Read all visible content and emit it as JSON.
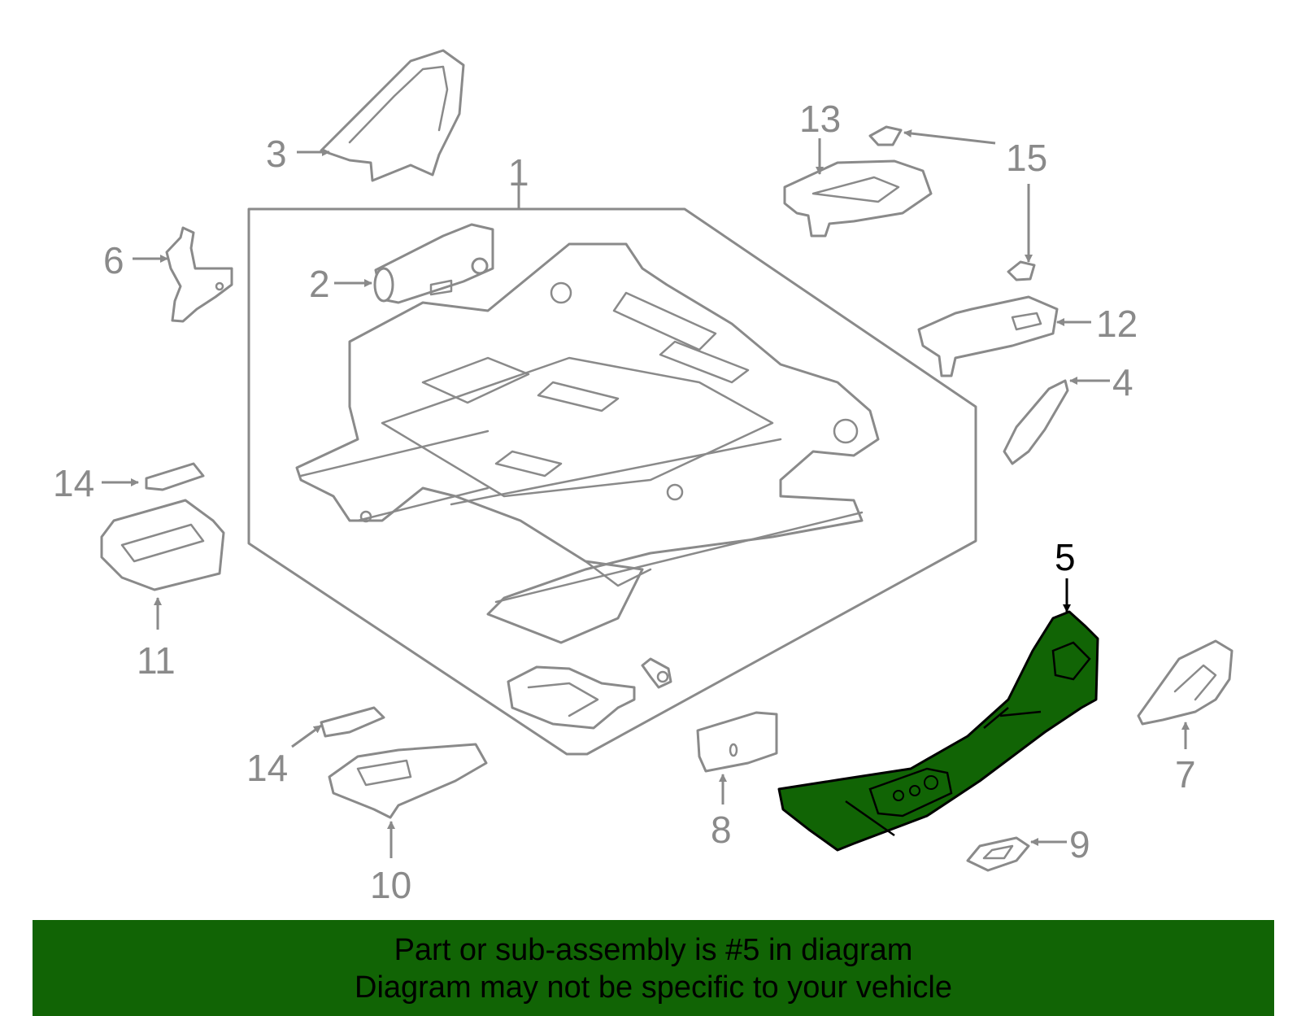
{
  "callouts": {
    "c1": "1",
    "c2": "2",
    "c3": "3",
    "c4": "4",
    "c5": "5",
    "c6": "6",
    "c7": "7",
    "c8": "8",
    "c9": "9",
    "c10": "10",
    "c11": "11",
    "c12": "12",
    "c13": "13",
    "c14a": "14",
    "c14b": "14",
    "c15": "15"
  },
  "highlighted_part": "5",
  "colors": {
    "highlight": "#116405",
    "line": "#8a8a8a",
    "banner": "#116405"
  },
  "banner": {
    "line1": "Part or sub-assembly is #5 in diagram",
    "line2": "Diagram may not be specific to your vehicle"
  }
}
